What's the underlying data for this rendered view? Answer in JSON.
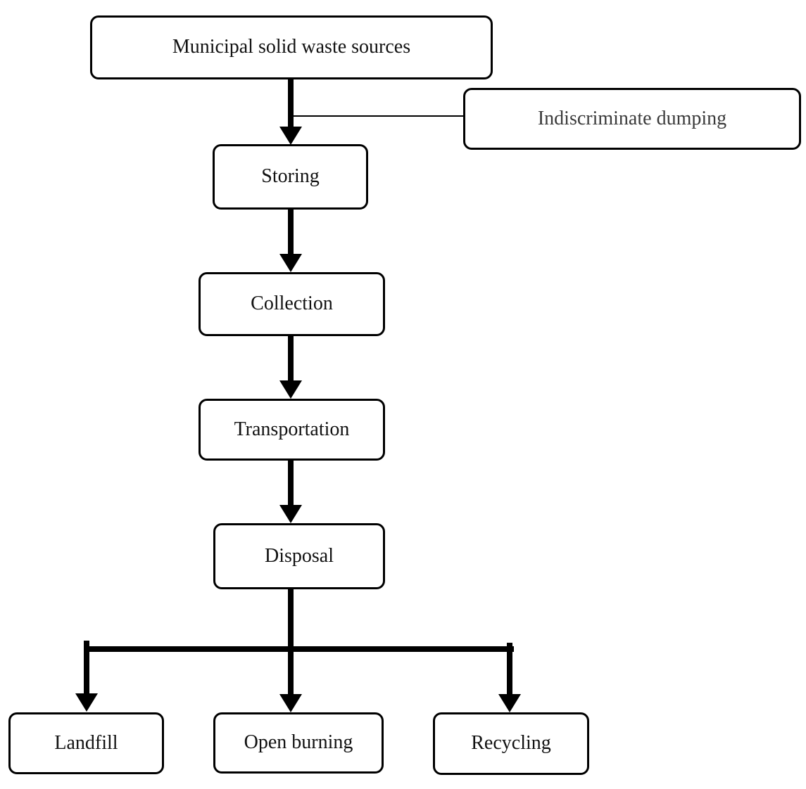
{
  "diagram": {
    "type": "flowchart",
    "subject": "Municipal solid waste management process",
    "colors": {
      "background": "#ffffff",
      "line": "#000000",
      "text": "#111111",
      "muted_text": "#3a3a3a"
    },
    "nodes": {
      "municipal": {
        "label": "Municipal solid waste sources"
      },
      "indiscriminate": {
        "label": "Indiscriminate dumping"
      },
      "storing": {
        "label": "Storing"
      },
      "collection": {
        "label": "Collection"
      },
      "transportation": {
        "label": "Transportation"
      },
      "disposal": {
        "label": "Disposal"
      },
      "landfill": {
        "label": "Landfill"
      },
      "open_burning": {
        "label": "Open burning"
      },
      "recycling": {
        "label": "Recycling"
      }
    },
    "edges": [
      {
        "from": "municipal",
        "to": "storing",
        "style": "thick-arrow"
      },
      {
        "from": "municipal",
        "to": "indiscriminate",
        "style": "thin-line"
      },
      {
        "from": "storing",
        "to": "collection",
        "style": "thick-arrow"
      },
      {
        "from": "collection",
        "to": "transportation",
        "style": "thick-arrow"
      },
      {
        "from": "transportation",
        "to": "disposal",
        "style": "thick-arrow"
      },
      {
        "from": "disposal",
        "to": "landfill",
        "style": "thick-arrow"
      },
      {
        "from": "disposal",
        "to": "open_burning",
        "style": "thick-arrow"
      },
      {
        "from": "disposal",
        "to": "recycling",
        "style": "thick-arrow"
      }
    ]
  }
}
